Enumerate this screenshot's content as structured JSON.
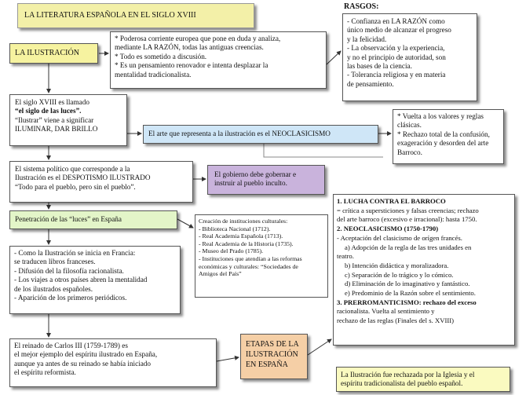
{
  "title": "LA LITERATURA ESPAÑOLA EN EL SIGLO XVIII",
  "rasgos_label": "RASGOS:",
  "ilustracion": "LA ILUSTRACIÓN",
  "poderosa": [
    "* Poderosa corriente europea que pone en duda y analiza,",
    "mediante LA RAZÓN, todas las antiguas creencias.",
    "* Todo es sometido a discusión.",
    "* Es un pensamiento renovador e intenta desplazar la",
    "mentalidad tradicionalista."
  ],
  "rasgos": [
    "- Confianza en LA RAZÓN como",
    "único medio de alcanzar el progreso",
    "y la felicidad.",
    "- La observación y la experiencia,",
    "y no el principio de autoridad, son",
    "las bases de la ciencia.",
    "- Tolerancia religiosa y en materia",
    "de pensamiento."
  ],
  "siglo": [
    "El siglo XVIII es llamado",
    "“el siglo de las luces”.",
    "“Ilustrar” viene a significar",
    "ILUMINAR, DAR BRILLO"
  ],
  "arte": "El arte que representa a la ilustración es el NEOCLASICISMO",
  "neoclasicismo": [
    "* Vuelta a los valores y reglas",
    "clásicas.",
    "* Rechazo total de la confusión,",
    "exageración y desorden del arte",
    "Barroco."
  ],
  "sistema": [
    "El sistema político que corresponde a la",
    "Ilustración es el DESPOTISMO ILUSTRADO",
    "“Todo para el pueblo, pero sin el pueblo”."
  ],
  "gobierno": [
    "El gobierno debe gobernar e",
    "instruir al pueblo inculto."
  ],
  "penetracion": "Penetración de las “luces” en España",
  "instituciones": [
    "Creación de instituciones culturales:",
    "- Biblioteca Nacional (1712).",
    "- Real Academia Española (1713).",
    "- Real Academia de la Historia (1735).",
    "- Museo del Prado (1785).",
    "- Instituciones que atendían a las reformas",
    "económicas y culturales: “Sociedades de",
    "Amigos del País”"
  ],
  "etapas": [
    "1. LUCHA CONTRA EL BARROCO",
    "= crítica a supersticiones y falsas creencias; rechazo",
    "del arte barroco (excesivo e irracional): hasta 1750.",
    "2. NEOCLASICISMO (1750-1790)",
    "- Aceptación del clasicismo de orígen francés.",
    "a) Adopción de la regla de las tres unidades en",
    "teatro.",
    "b) Intención didáctica y moralizadora.",
    "c) Separación de lo trágico y lo cómico.",
    "d) Eliminación de lo imaginativo y fantástico.",
    "e) Predominio de la Razón sobre el sentimiento.",
    "3. PRERROMANTICISMO: rechazo del exceso",
    "racionalista. Vuelta al sentimiento y",
    "rechazo de las reglas (Finales del s. XVIII)"
  ],
  "como": [
    "- Como la Ilustración se inicia en Francia:",
    "se traducen libros franceses.",
    "- Difusión del la filosofía racionalista.",
    "- Los viajes a otros países abren la mentalidad",
    "de los ilustrados españoles.",
    "- Aparición de los primeros periódicos."
  ],
  "reinado": [
    "El reinado de Carlos III (1759-1789) es",
    "el mejor ejemplo del espíritu ilustrado en España,",
    "aunque ya antes de su reinado se había iniciado",
    "el espíritu reformista."
  ],
  "etapas_label": [
    "ETAPAS DE LA",
    "ILUSTRACIÓN",
    "EN ESPAÑA"
  ],
  "rechazada": [
    "La Ilustración fue rechazada por la Iglesia y el",
    "espíritu tradicionalista del pueblo español."
  ]
}
